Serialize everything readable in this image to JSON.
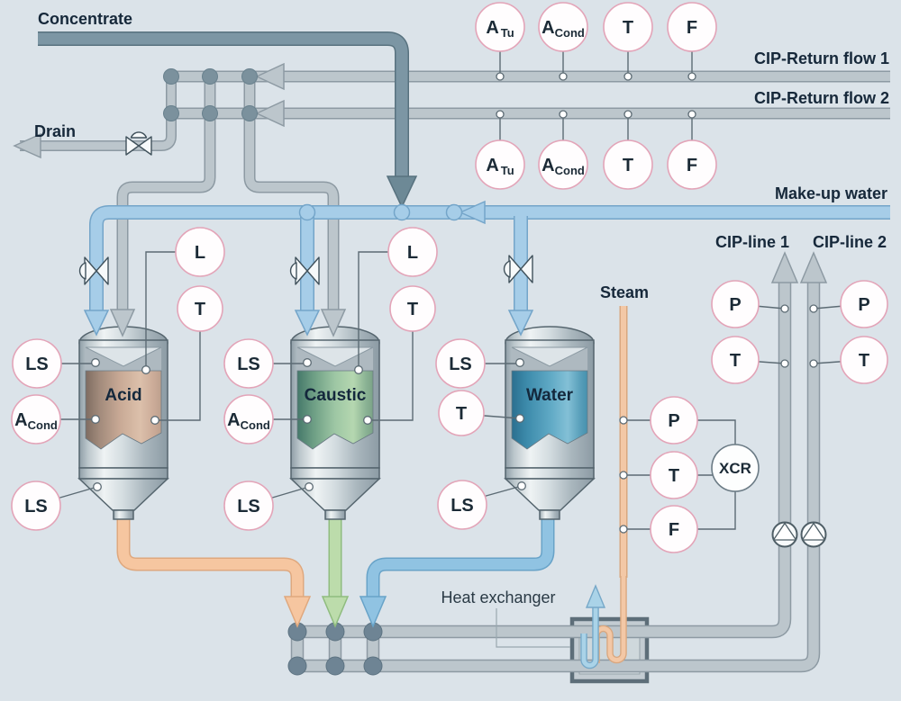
{
  "labels": {
    "concentrate": "Concentrate",
    "drain": "Drain",
    "cip_return_1": "CIP-Return flow 1",
    "cip_return_2": "CIP-Return flow 2",
    "makeup_water": "Make-up water",
    "cip_line_1": "CIP-line 1",
    "cip_line_2": "CIP-line 2",
    "steam": "Steam",
    "heat_exchanger": "Heat exchanger"
  },
  "tanks": [
    {
      "name": "Acid"
    },
    {
      "name": "Caustic"
    },
    {
      "name": "Water"
    }
  ],
  "sensors": {
    "a": "A",
    "tu": "Tu",
    "cond": "Cond",
    "t": "T",
    "f": "F",
    "l": "L",
    "ls": "LS",
    "p": "P",
    "xcr": "XCR"
  },
  "colors": {
    "background": "#dbe3e9",
    "pipe_gray": "#bcc6cc",
    "pipe_concentrate": "#7c96a4",
    "pipe_makeup_water": "#a6cde8",
    "pipe_acid_out": "#f6c6a0",
    "pipe_caustic_out": "#bcdcab",
    "pipe_water_out": "#90c3e2",
    "pipe_steam": "#f3c8a6",
    "instrument_border": "#e3a4b8",
    "label_text": "#16283a",
    "acid_liquid": "#c8a995",
    "caustic_liquid": "#9ec7a4",
    "water_liquid": "#5ea8c4"
  }
}
